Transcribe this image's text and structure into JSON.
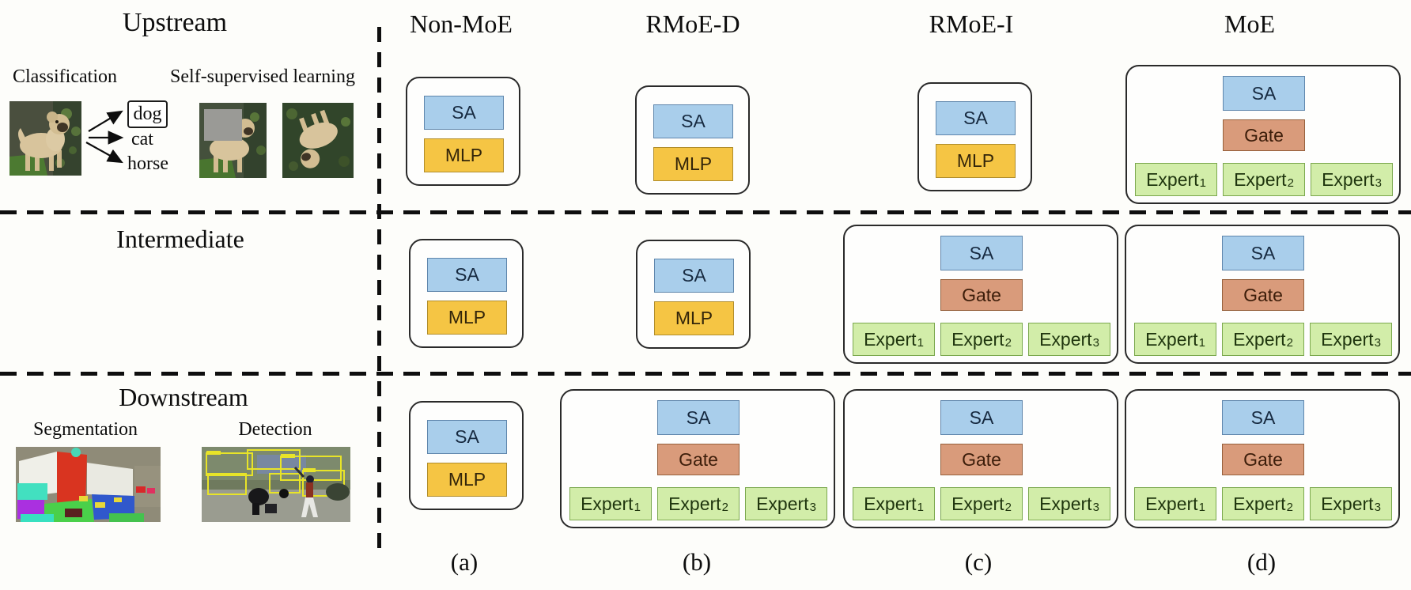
{
  "figure": {
    "titles": {
      "upstream": "Upstream",
      "intermediate": "Intermediate",
      "downstream": "Downstream"
    },
    "upstream": {
      "classification_label": "Classification",
      "ssl_label": "Self-supervised learning",
      "class_names": {
        "dog": "dog",
        "cat": "cat",
        "horse": "horse"
      }
    },
    "downstream": {
      "segmentation_label": "Segmentation",
      "detection_label": "Detection"
    },
    "columns": {
      "a": {
        "header": "Non-MoE",
        "caption": "(a)"
      },
      "b": {
        "header": "RMoE-D",
        "caption": "(b)"
      },
      "c": {
        "header": "RMoE-I",
        "caption": "(c)"
      },
      "d": {
        "header": "MoE",
        "caption": "(d)"
      }
    },
    "blocks": {
      "sa": "SA",
      "mlp": "MLP",
      "gate": "Gate",
      "expert": "Expert",
      "expert_subs": [
        "1",
        "2",
        "3"
      ]
    },
    "matrix": {
      "rows": [
        "Upstream",
        "Intermediate",
        "Downstream"
      ],
      "cols": [
        "Non-MoE",
        "RMoE-D",
        "RMoE-I",
        "MoE"
      ],
      "cell_types": [
        [
          "SA+MLP",
          "SA+MLP",
          "SA+MLP",
          "SA+Gate+Experts"
        ],
        [
          "SA+MLP",
          "SA+MLP",
          "SA+Gate+Experts",
          "SA+Gate+Experts"
        ],
        [
          "SA+MLP",
          "SA+Gate+Experts",
          "SA+Gate+Experts",
          "SA+Gate+Experts"
        ]
      ]
    },
    "colors": {
      "sa_fill": "#a9ceeb",
      "mlp_fill": "#f5c544",
      "gate_fill": "#d99b7b",
      "expert_fill": "#d2eda9",
      "line_color": "#0e0e0e",
      "background": "#fdfdfa"
    }
  }
}
